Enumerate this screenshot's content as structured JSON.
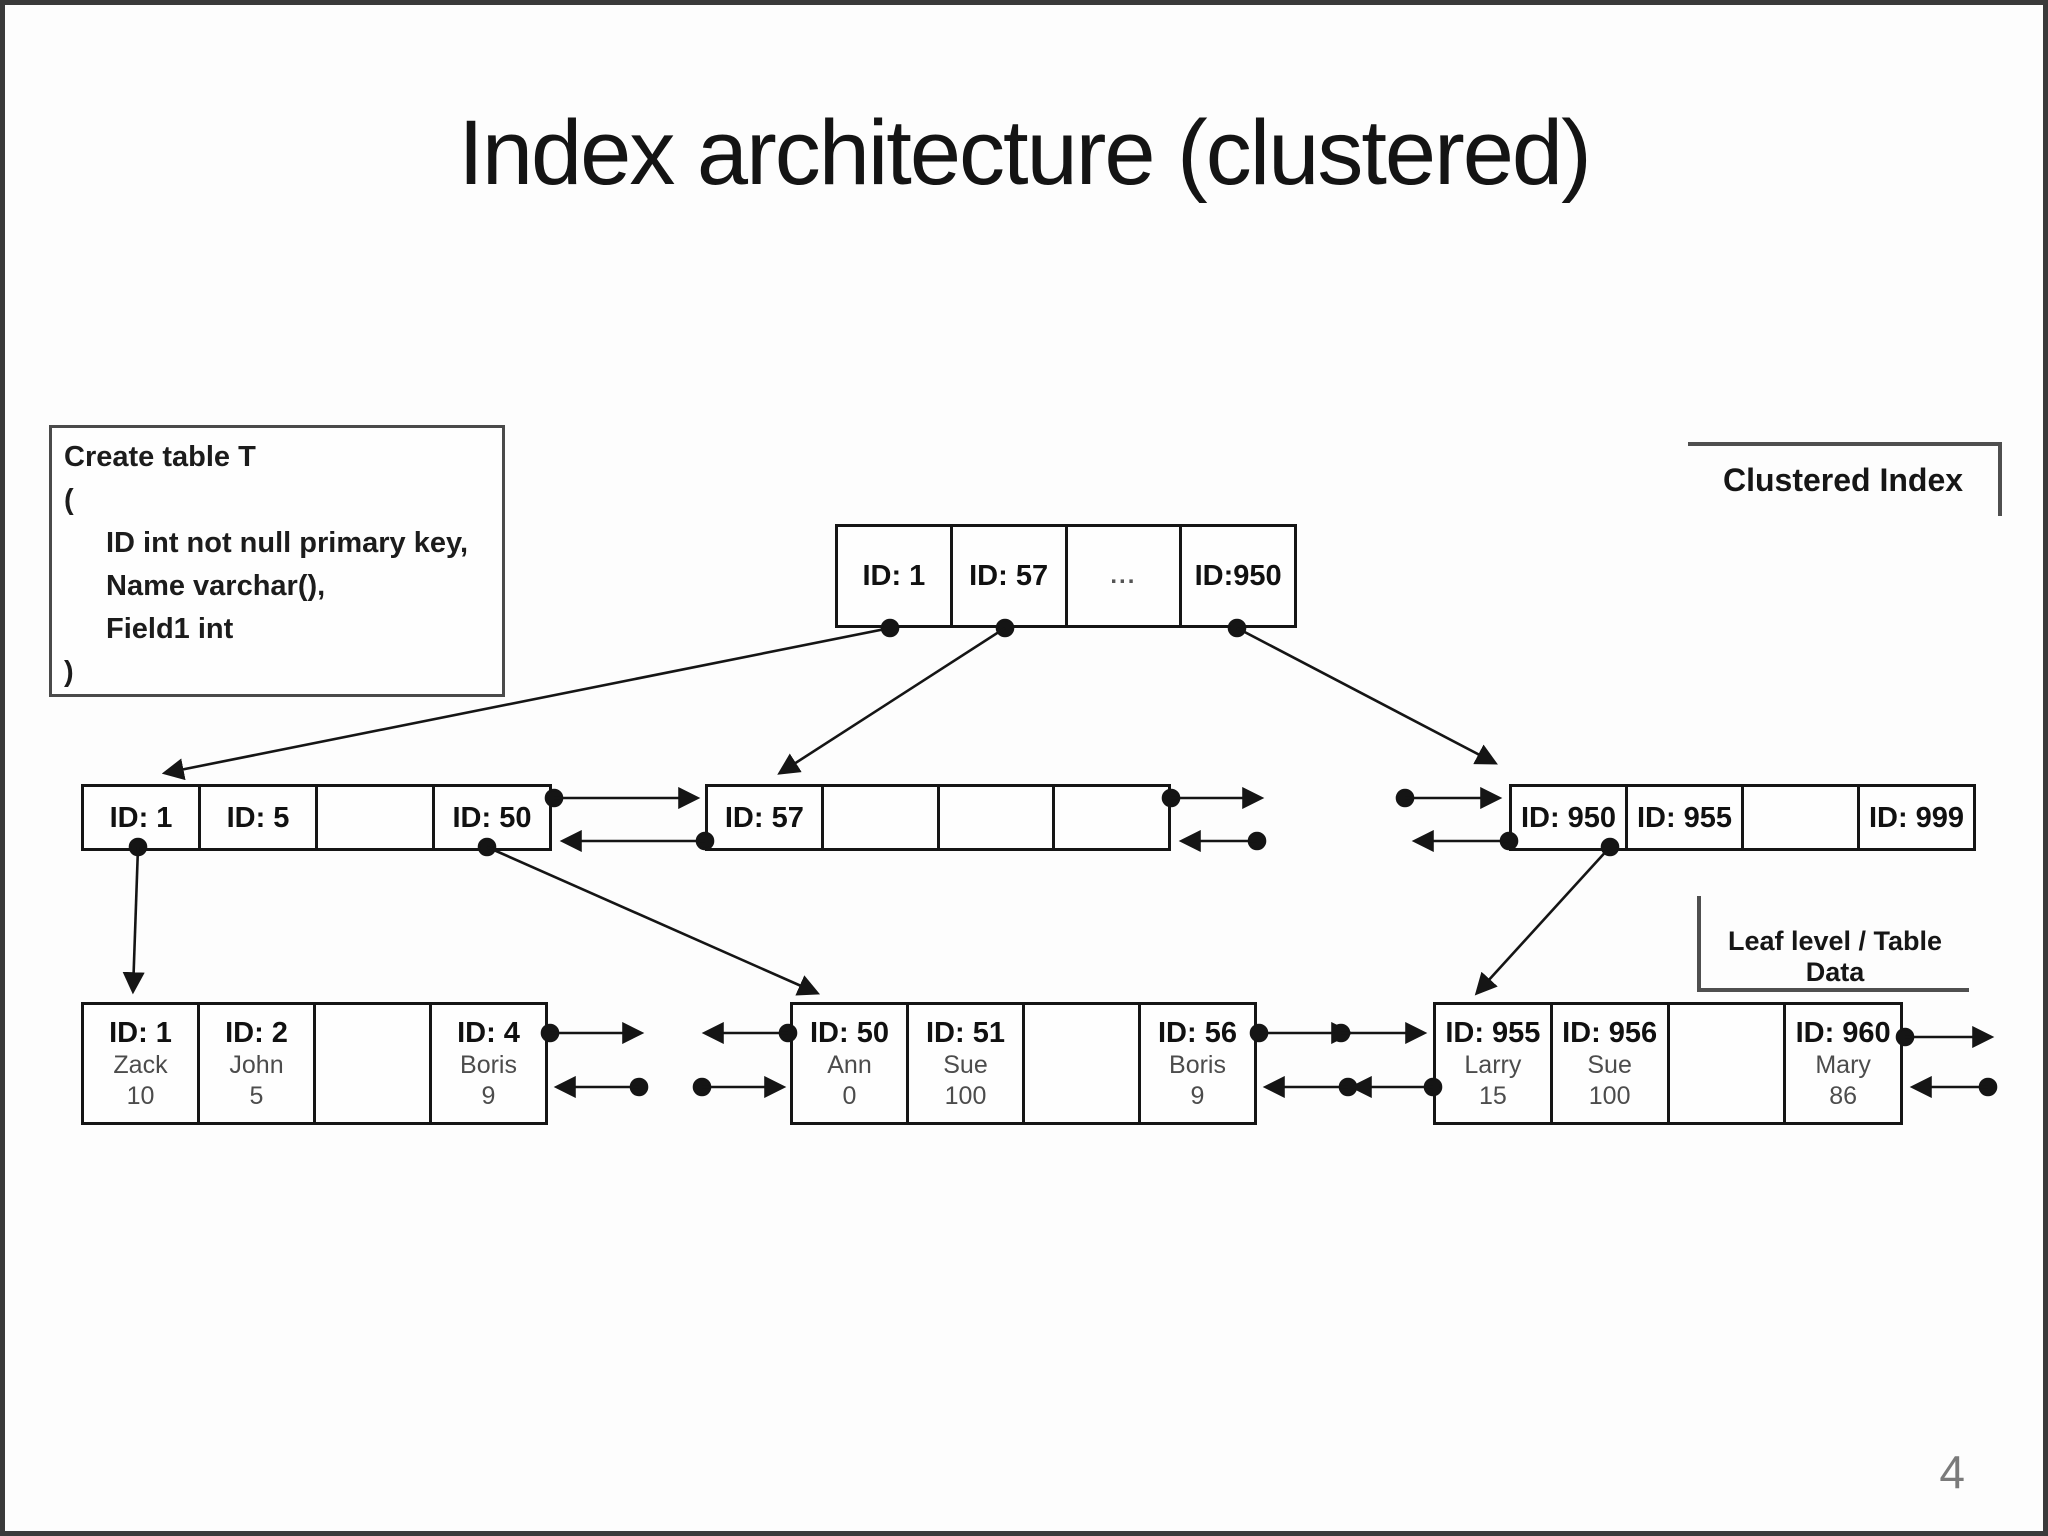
{
  "slide": {
    "title": "Index architecture (clustered)",
    "page_number": "4"
  },
  "labels": {
    "clustered_index": "Clustered Index",
    "leaf_level": "Leaf level / Table Data"
  },
  "create_table": {
    "lines": [
      "Create table T",
      "(",
      "ID int not null primary key,",
      "Name varchar(),",
      "Field1 int",
      ")"
    ]
  },
  "nodes": {
    "root": {
      "cells": [
        {
          "id": "ID: 1"
        },
        {
          "id": "ID: 57"
        },
        {
          "id": "..."
        },
        {
          "id": "ID:950"
        }
      ]
    },
    "mid_left": {
      "cells": [
        {
          "id": "ID: 1"
        },
        {
          "id": "ID: 5"
        },
        {
          "id": ""
        },
        {
          "id": "ID: 50"
        }
      ]
    },
    "mid_center": {
      "cells": [
        {
          "id": "ID: 57"
        },
        {
          "id": ""
        },
        {
          "id": ""
        },
        {
          "id": ""
        }
      ]
    },
    "mid_right": {
      "cells": [
        {
          "id": "ID: 950"
        },
        {
          "id": "ID: 955"
        },
        {
          "id": ""
        },
        {
          "id": "ID: 999"
        }
      ]
    },
    "leaf_left": {
      "cells": [
        {
          "id": "ID: 1",
          "name": "Zack",
          "value": "10"
        },
        {
          "id": "ID: 2",
          "name": "John",
          "value": "5"
        },
        {
          "id": "",
          "name": "",
          "value": ""
        },
        {
          "id": "ID: 4",
          "name": "Boris",
          "value": "9"
        }
      ]
    },
    "leaf_center": {
      "cells": [
        {
          "id": "ID: 50",
          "name": "Ann",
          "value": "0"
        },
        {
          "id": "ID: 51",
          "name": "Sue",
          "value": "100"
        },
        {
          "id": "",
          "name": "",
          "value": ""
        },
        {
          "id": "ID: 56",
          "name": "Boris",
          "value": "9"
        }
      ]
    },
    "leaf_right": {
      "cells": [
        {
          "id": "ID: 955",
          "name": "Larry",
          "value": "15"
        },
        {
          "id": "ID: 956",
          "name": "Sue",
          "value": "100"
        },
        {
          "id": "",
          "name": "",
          "value": ""
        },
        {
          "id": "ID: 960",
          "name": "Mary",
          "value": "86"
        }
      ]
    }
  },
  "colors": {
    "line": "#151515",
    "border": "#3a3a3a",
    "muted_text": "#4c4c4c",
    "page_number": "#7a7a7a"
  }
}
